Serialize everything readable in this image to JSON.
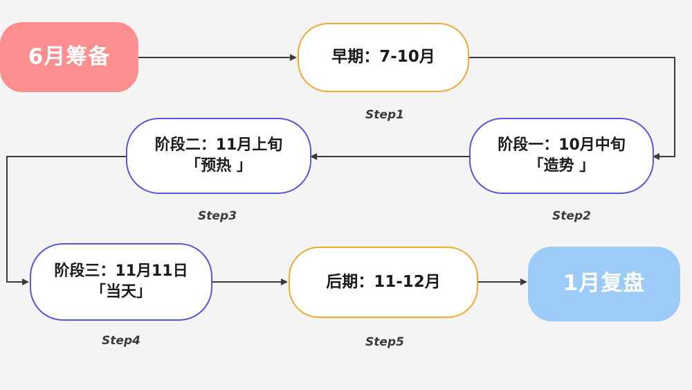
{
  "nodes": {
    "prep": {
      "text": "6月筹备",
      "color": "#fb8f8f"
    },
    "early": {
      "text": "早期：7-10月",
      "step": "Step1",
      "border": "#f0a830"
    },
    "phase1": {
      "line1": "阶段一：10月中旬",
      "line2": "「造势 」",
      "step": "Step2",
      "border": "#5555dd"
    },
    "phase2": {
      "line1": "阶段二：11月上旬",
      "line2": "「预热 」",
      "step": "Step3",
      "border": "#5555dd"
    },
    "phase3": {
      "line1": "阶段三：11月11日",
      "line2": "「当天」",
      "step": "Step4",
      "border": "#5555dd"
    },
    "late": {
      "text": "后期：11-12月",
      "step": "Step5",
      "border": "#f0a830"
    },
    "review": {
      "text": "1月复盘",
      "color": "#9ccbf7"
    }
  },
  "connector_color": "#3a3a3a"
}
